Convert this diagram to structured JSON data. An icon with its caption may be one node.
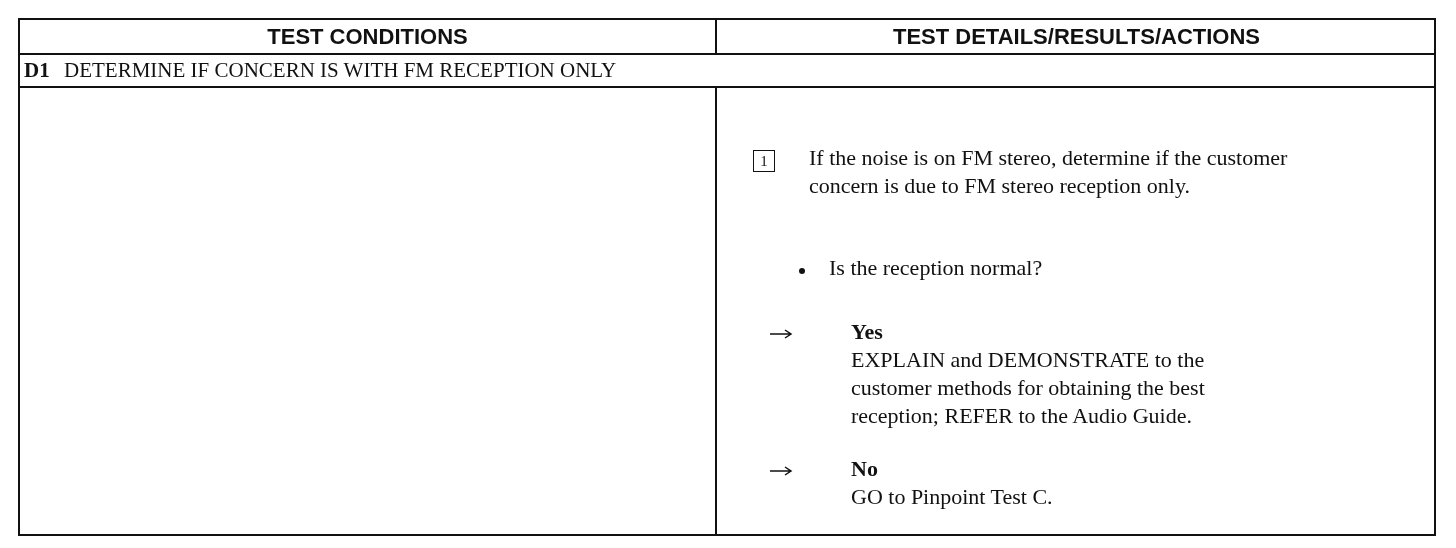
{
  "diagram": {
    "labels": [
      "TEST CONDITIONS",
      "TEST DETAILS/RESULTS/ACTIONS",
      "D1",
      "DETERMINE IF CONCERN IS WITH FM RECEPTION ONLY",
      "1",
      "If the noise is on FM stereo, determine if the customer concern is due to FM stereo reception only.",
      "Is the reception normal?",
      "Yes",
      "EXPLAIN and DEMONSTRATE to the customer methods for obtaining the best reception; REFER to the Audio Guide.",
      "No",
      "GO to Pinpoint Test C."
    ]
  }
}
